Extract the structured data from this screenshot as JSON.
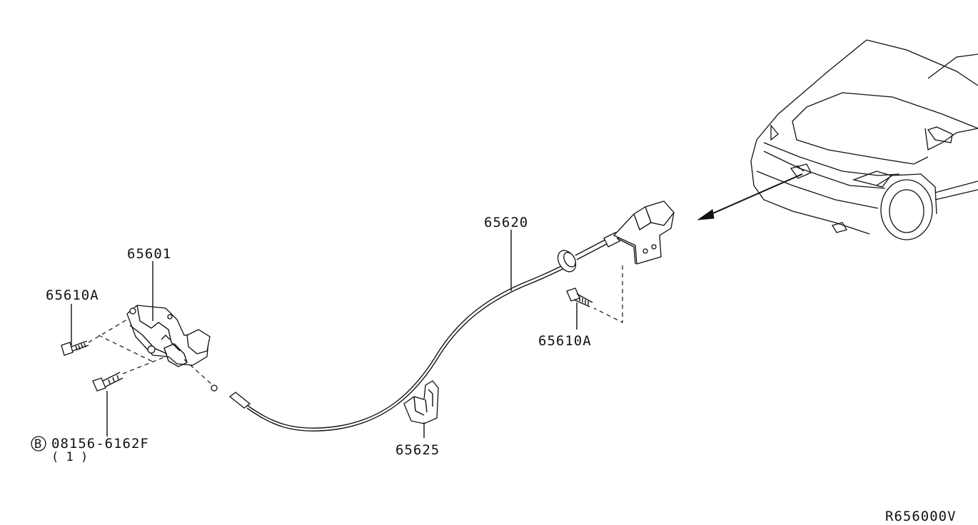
{
  "labels": {
    "hood_lock": "65601",
    "bolt_left": "65610A",
    "bolt_right": "65610A",
    "cable": "65620",
    "clip": "65625",
    "bolt_std_code": "08156-6162F",
    "bolt_std_qty": "( 1 )",
    "circle_b": "B",
    "drawing_ref": "R656000V"
  }
}
